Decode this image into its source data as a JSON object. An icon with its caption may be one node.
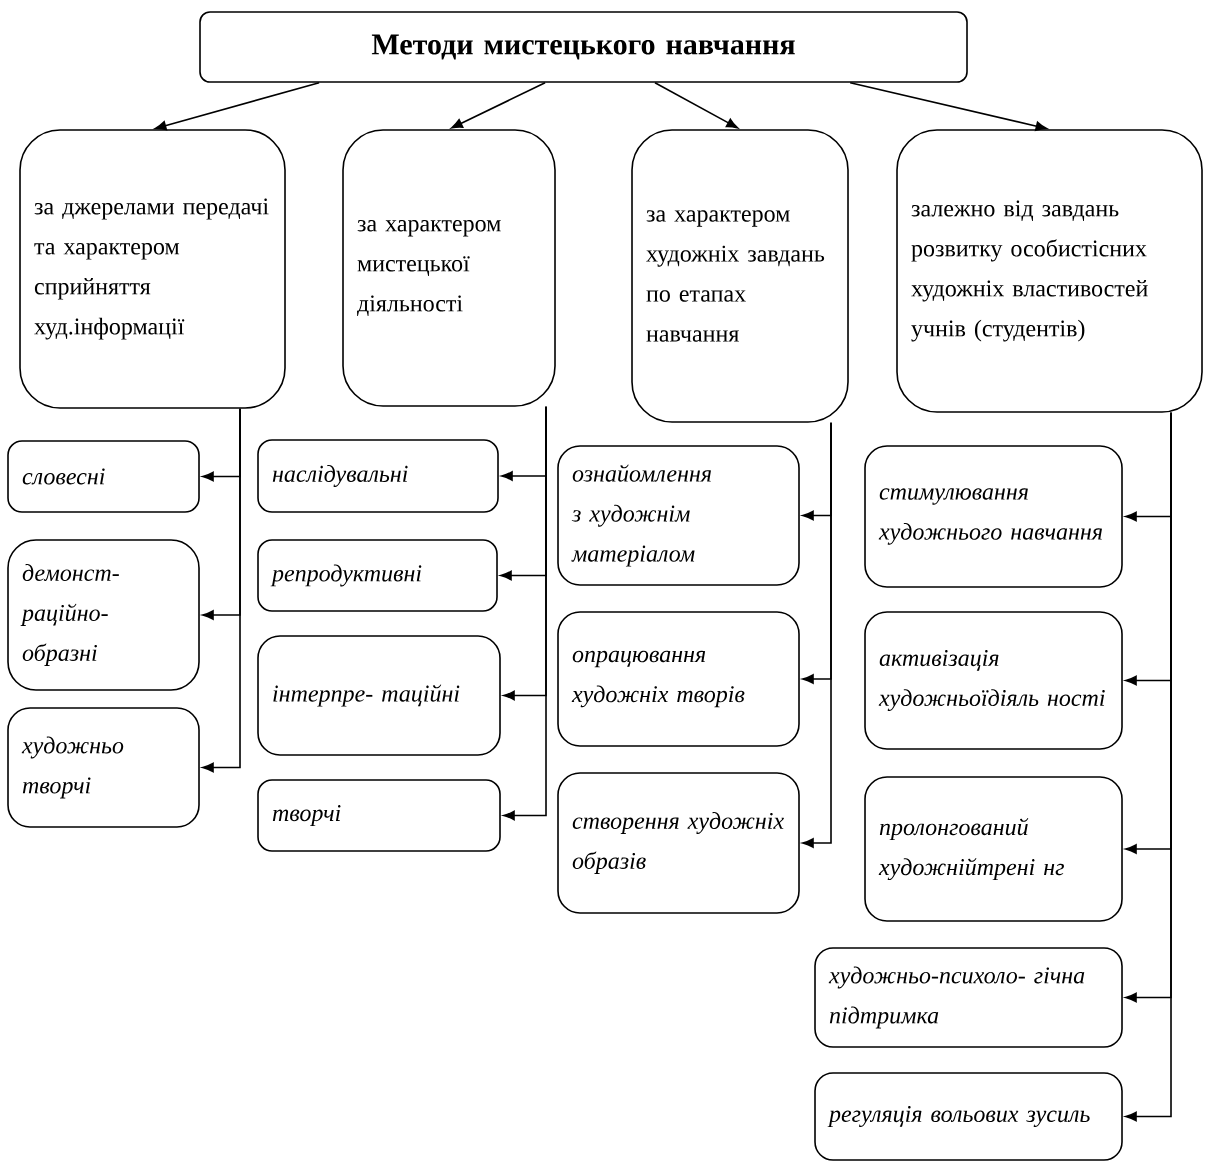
{
  "diagram": {
    "nodes": [
      {
        "text": [
          "Методи мистецького навчання"
        ]
      },
      {
        "text": [
          "за джерелами передачі та характером сприйняття худ.інформації"
        ]
      },
      {
        "text": [
          "за характером мистецької діяльності"
        ]
      },
      {
        "text": [
          "за характером художніх завдань по етапах навчання"
        ]
      },
      {
        "text": [
          "залежно від завдань розвитку особистісних художніх властивостей учнів (студентів)"
        ]
      },
      {
        "text": [
          "словесні"
        ]
      },
      {
        "text": [
          "демонст- раційно- образні"
        ]
      },
      {
        "text": [
          "художньо творчі"
        ]
      },
      {
        "text": [
          "наслідувальні"
        ]
      },
      {
        "text": [
          "репродуктивні"
        ]
      },
      {
        "text": [
          "інтерпре- таційні"
        ]
      },
      {
        "text": [
          "творчі"
        ]
      },
      {
        "text": [
          "ознайомлення з художнім матеріалом"
        ]
      },
      {
        "text": [
          "опрацювання художніх творів"
        ]
      },
      {
        "text": [
          "створення художніх образів"
        ]
      },
      {
        "text": [
          "стимулювання художнього навчання"
        ]
      },
      {
        "text": [
          "активізація художньоїдіяль ності"
        ]
      },
      {
        "text": [
          "пролонгований художнійтрені нг"
        ]
      },
      {
        "text": [
          "художньо-психоло- гічна підтримка"
        ]
      },
      {
        "text": [
          "регуляція вольових зусиль"
        ]
      }
    ],
    "edges": [
      {
        "from": 0,
        "to": 1,
        "arrow": "to"
      },
      {
        "from": 0,
        "to": 2,
        "arrow": "to"
      },
      {
        "from": 0,
        "to": 3,
        "arrow": "to"
      },
      {
        "from": 0,
        "to": 4,
        "arrow": "to"
      },
      {
        "from": 1,
        "to": 5,
        "arrow": "to"
      },
      {
        "from": 1,
        "to": 6,
        "arrow": "to"
      },
      {
        "from": 1,
        "to": 7,
        "arrow": "to"
      },
      {
        "from": 2,
        "to": 8,
        "arrow": "to"
      },
      {
        "from": 2,
        "to": 9,
        "arrow": "to"
      },
      {
        "from": 2,
        "to": 10,
        "arrow": "to"
      },
      {
        "from": 2,
        "to": 11,
        "arrow": "to"
      },
      {
        "from": 3,
        "to": 12,
        "arrow": "to"
      },
      {
        "from": 3,
        "to": 13,
        "arrow": "to"
      },
      {
        "from": 3,
        "to": 14,
        "arrow": "to"
      },
      {
        "from": 4,
        "to": 15,
        "arrow": "to"
      },
      {
        "from": 4,
        "to": 16,
        "arrow": "to"
      },
      {
        "from": 4,
        "to": 17,
        "arrow": "to"
      },
      {
        "from": 4,
        "to": 18,
        "arrow": "to"
      },
      {
        "from": 4,
        "to": 19,
        "arrow": "to"
      }
    ]
  }
}
